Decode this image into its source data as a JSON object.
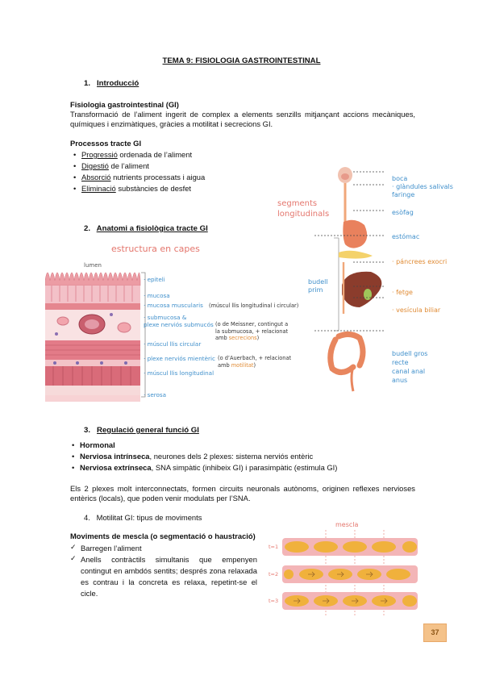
{
  "title": "TEMA 9: FISIOLOGIA GASTROINTESTINAL",
  "s1": {
    "heading_num": "1.",
    "heading": "Introducció",
    "def_title": "Fisiologia gastrointestinal (GI)",
    "def_text": "Transformació de l’aliment ingerit de complex a elements senzills mitjançant accions mecàniques, químiques i enzimàtiques, gràcies a motilitat i secrecions GI.",
    "proc_title": "Processos tracte GI",
    "processes": [
      {
        "term": "Progressió",
        "rest": " ordenada de l’aliment"
      },
      {
        "term": "Digestió",
        "rest": " de l’aliment"
      },
      {
        "term": "Absorció",
        "rest": " nutrients processats i aigua"
      },
      {
        "term": "Eliminació",
        "rest": " substàncies de desfet"
      }
    ]
  },
  "s2": {
    "heading_num": "2.",
    "heading": "Anatomi a fisiològica tracte GI"
  },
  "layers_figure": {
    "title": "estructura en capes",
    "lumen": "lumen",
    "layers": [
      "· epiteli",
      "· mucosa",
      "· mucosa muscularis",
      "· submucosa &",
      "plexe nerviós submucós",
      "· múscul llis circular",
      "· plexe nerviós mientèric",
      "· múscul llis longitudinal",
      "· serosa"
    ],
    "note_muscularis": "(múscul llis longitudinal i circular)",
    "note_meissner": [
      "(o de Meissner, contingut a",
      "la submucosa, + relacionat",
      "amb "
    ],
    "note_meissner_hl": "secrecions",
    "note_meissner_end": ")",
    "note_auerbach": [
      "(o d’Auerbach, + relacionat",
      "amb "
    ],
    "note_auerbach_hl": "motilitat",
    "note_auerbach_end": ")"
  },
  "tract_figure": {
    "segments_label": [
      "segments",
      "longitudinals"
    ],
    "budell_prim": [
      "budell",
      "prim"
    ],
    "labels": {
      "boca": "boca",
      "glandules": "· glàndules salivals",
      "faringe": "faringe",
      "esofag": "esòfag",
      "estomac": "estómac",
      "pancrees": "· páncrees exocri",
      "fetge": "· fetge",
      "vesicula": "· vesícula biliar",
      "budell_gros": "budell gros",
      "recte": "recte",
      "canal_anal": "canal anal",
      "anus": "anus"
    }
  },
  "s3": {
    "heading_num": "3.",
    "heading": "Regulació general funció GI",
    "items": [
      {
        "bold": "Hormonal",
        "rest": ""
      },
      {
        "bold": "Nerviosa intrínseca",
        "rest": ", neurones dels 2 plexes: sistema nerviós entèric"
      },
      {
        "bold": "Nerviosa extrínseca",
        "rest": ", SNA simpàtic (inhibeix GI)  i parasimpàtic (estimula GI)"
      }
    ],
    "paragraph": "Els 2 plexes molt interconnectats, formen circuits neuronals autònoms, originen reflexes nervioses entèrics (locals), que poden venir modulats per l’SNA."
  },
  "s4": {
    "heading_num": "4.",
    "heading": "Motilitat GI: tipus de moviments",
    "sub": "Moviments de mescla (o segmentació o haustració)",
    "items": [
      "Barregen l’aliment",
      "Anells contràctils simultanis que empenyen contingut en ambdós sentits; després zona relaxada es contrau i la concreta es relaxa, repetint-se el cicle."
    ]
  },
  "mix_figure": {
    "label": "mescla",
    "t1": "t=1",
    "t2": "t=2",
    "t3": "t=3"
  },
  "page_number": "37",
  "colors": {
    "blue": "#3f8fcb",
    "pink": "#e4766d",
    "orange": "#e08b34",
    "tube": "#f3b5b7",
    "content": "#f0b13c"
  }
}
